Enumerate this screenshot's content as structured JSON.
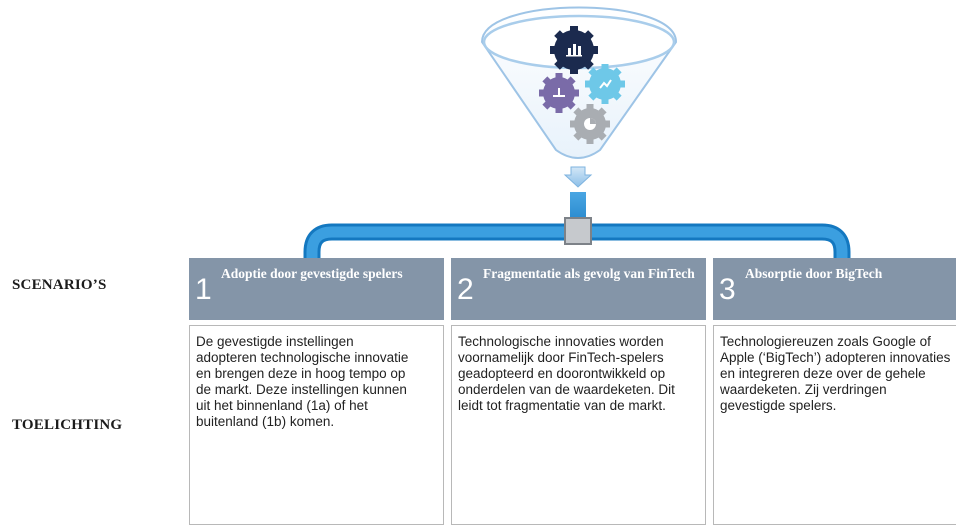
{
  "row_labels": {
    "scenarios": "SCENARIO’S",
    "toelichting": "TOELICHTING"
  },
  "scenarios": [
    {
      "number": "1",
      "title": "Adoptie door gevestigde spelers",
      "description": "De gevestigde instellingen adopteren technologische innovatie en brengen deze in hoog tempo op de markt. Deze instellingen kunnen uit het binnenland (1a) of het buitenland (1b) komen."
    },
    {
      "number": "2",
      "title": "Fragmentatie als gevolg van FinTech",
      "description": "Technologische innovaties worden voornamelijk door FinTech-spelers geadopteerd en doorontwikkeld op onderdelen van de waardeketen. Dit leidt tot fragmentatie van de markt."
    },
    {
      "number": "3",
      "title": "Absorptie door BigTech",
      "description": "Technologiereuzen zoals Google of Apple (‘BigTech’) adopteren innovaties en integreren deze over de gehele waardeketen. Zij verdringen gevestigde spelers."
    }
  ],
  "colors": {
    "header": "#8495a8",
    "pipe": "#1a8ad6",
    "navy_gear": "#1b2a4e",
    "purple_gear": "#7a6ba8",
    "cyan_gear": "#6ec8e8",
    "gray_gear": "#a9adb2"
  },
  "icons": [
    "funnel-icon",
    "bar-chart-gear-icon",
    "chart-gear-icon",
    "pie-gear-icon",
    "hub-gear-icon",
    "down-arrow-icon",
    "pipe-junction-icon"
  ]
}
